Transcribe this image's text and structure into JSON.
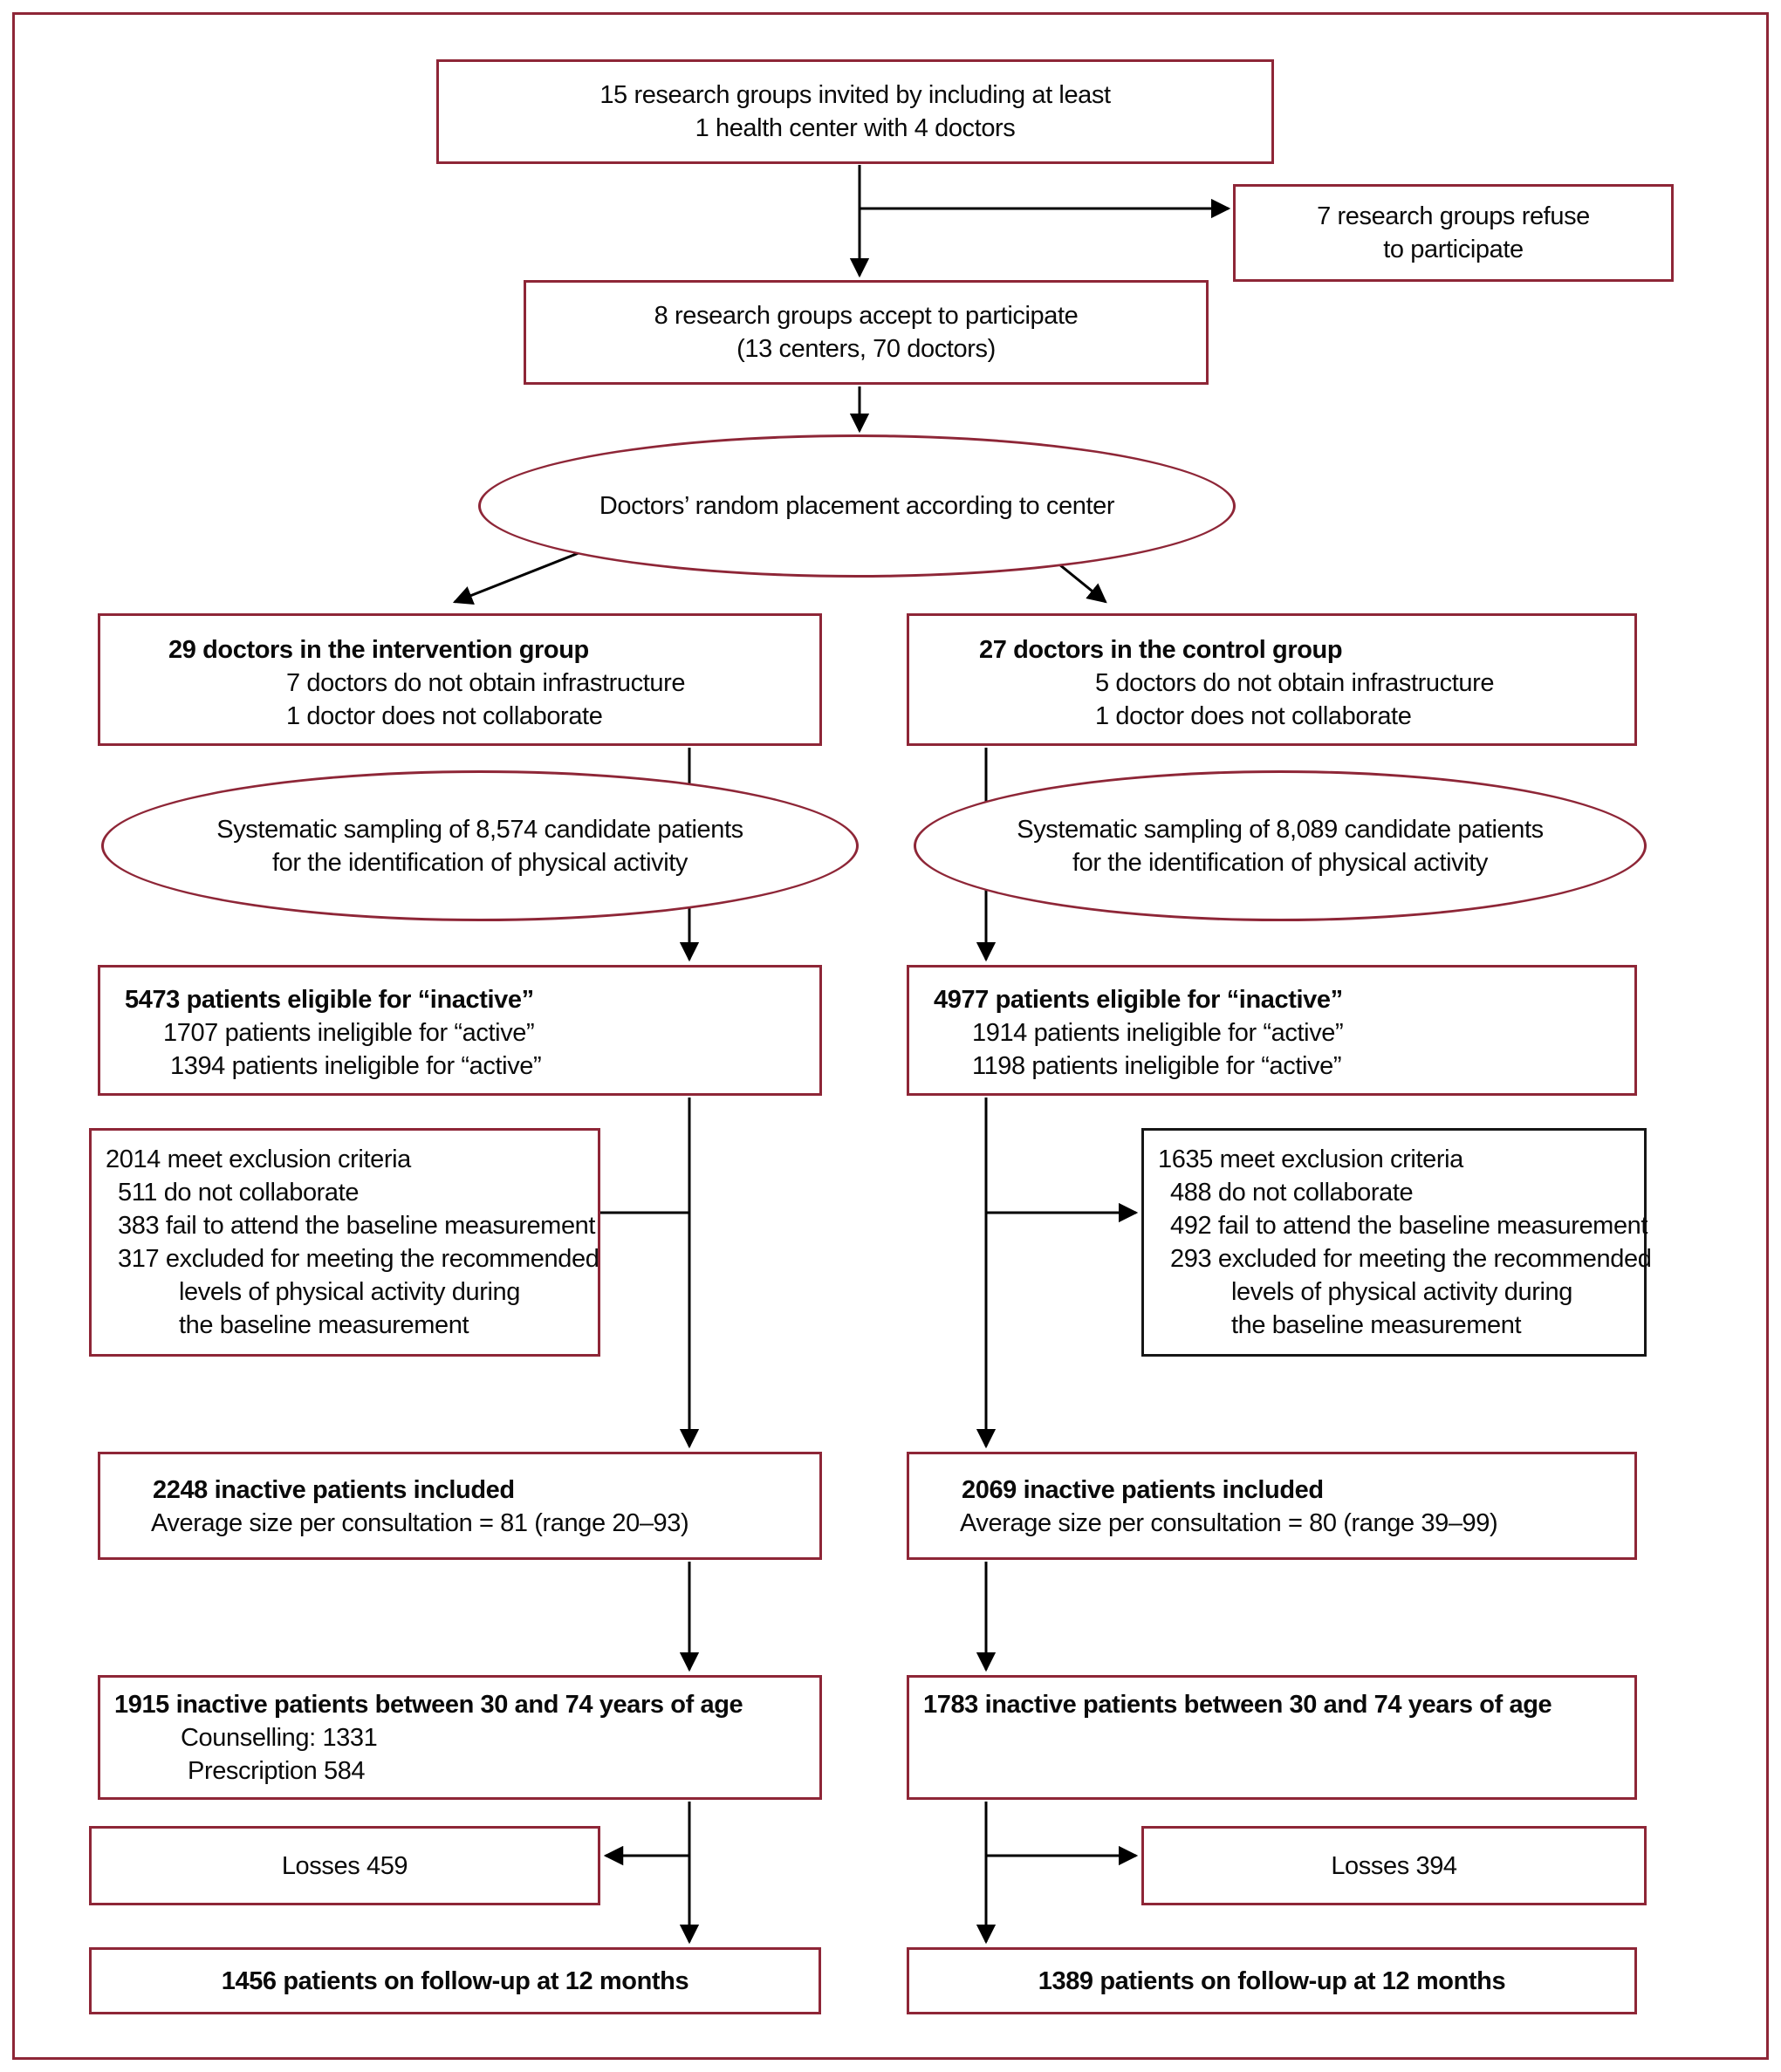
{
  "palette": {
    "box_border": "#8e2637",
    "alt_box_border": "#161616",
    "connector": "#000000",
    "background": "#ffffff",
    "text": "#0a0a0a"
  },
  "nodes": {
    "invited": {
      "lines": [
        "15 research groups invited by including at least",
        "1 health center with 4 doctors"
      ]
    },
    "refuse": {
      "lines": [
        "7 research groups refuse",
        "to participate"
      ]
    },
    "accept": {
      "lines": [
        "8 research groups accept to participate",
        "(13 centers, 70 doctors)"
      ]
    },
    "randomization": {
      "text": "Doctors’ random placement according to center"
    },
    "intervention_doctors": {
      "title": "29 doctors in the intervention group",
      "items": [
        "7 doctors do not obtain infrastructure",
        "1 doctor does not collaborate"
      ]
    },
    "control_doctors": {
      "title": "27 doctors in the control group",
      "items": [
        "5 doctors do not obtain infrastructure",
        "1 doctor does not collaborate"
      ]
    },
    "sampling_intervention": {
      "lines": [
        "Systematic sampling of 8,574 candidate patients",
        "for the identification of physical activity"
      ]
    },
    "sampling_control": {
      "lines": [
        "Systematic sampling of 8,089 candidate patients",
        "for the identification of physical activity"
      ]
    },
    "eligible_intervention": {
      "title": "5473 patients eligible for “inactive”",
      "items": [
        "1707 patients ineligible for “active”",
        "1394 patients ineligible for “active”"
      ]
    },
    "eligible_control": {
      "title": "4977 patients eligible for “inactive”",
      "items": [
        "1914 patients ineligible for “active”",
        "1198 patients ineligible for “active”"
      ]
    },
    "exclusion_intervention": {
      "lines": [
        "2014 meet exclusion criteria",
        "511 do not collaborate",
        "383 fail to attend the baseline measurement",
        "317 excluded for meeting the recommended",
        "levels of physical activity during",
        "the baseline measurement"
      ]
    },
    "exclusion_control": {
      "lines": [
        "1635 meet exclusion criteria",
        "488 do not collaborate",
        "492 fail to attend the baseline measurement",
        "293 excluded for meeting the recommended",
        "levels of physical activity during",
        "the baseline measurement"
      ]
    },
    "included_intervention": {
      "title": "2248 inactive patients included",
      "subtitle": "Average size per consultation = 81 (range 20–93)"
    },
    "included_control": {
      "title": "2069 inactive patients included",
      "subtitle": "Average size per consultation = 80 (range 39–99)"
    },
    "age_intervention": {
      "title": "1915 inactive patients between 30 and 74 years of age",
      "items": [
        "Counselling: 1331",
        "Prescription 584"
      ]
    },
    "age_control": {
      "title": "1783 inactive patients between 30 and 74 years of age"
    },
    "losses_intervention": {
      "text": "Losses 459"
    },
    "losses_control": {
      "text": "Losses 394"
    },
    "followup_intervention": {
      "text": "1456 patients on follow-up at 12 months"
    },
    "followup_control": {
      "text": "1389 patients on follow-up at 12 months"
    }
  }
}
